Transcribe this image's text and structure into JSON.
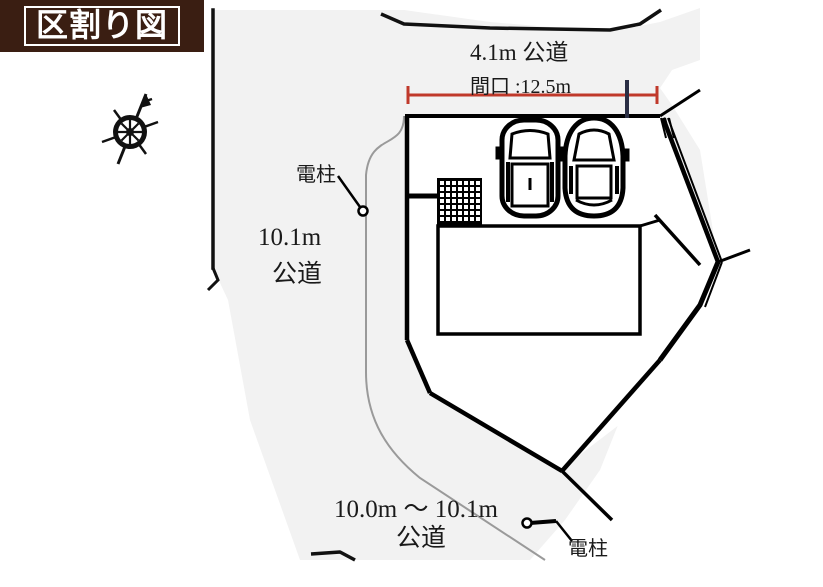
{
  "title": {
    "text": "区割り図"
  },
  "colors": {
    "banner_bg": "#3a1e12",
    "banner_text": "#ffffff",
    "line": "#000000",
    "road_fill": "#f2f2f2",
    "road_centerline": "#9a9a9a",
    "dimension_red": "#c0392b",
    "dimension_tick_dark": "#2b2f45"
  },
  "labels": {
    "road_top": "4.1m 公道",
    "frontage": "間口 :12.5m",
    "pole_top": "電柱",
    "road_left_line1": "10.1m",
    "road_left_line2": "公道",
    "road_bottom_line1": "10.0m 〜 10.1m",
    "road_bottom_line2": "公道",
    "pole_bottom": "電柱"
  },
  "icons": {
    "compass": "compass-rose-icon",
    "car_left": "car-top-view-icon",
    "car_right": "car-top-view-icon",
    "pole_top_marker": "utility-pole-marker-icon",
    "pole_bottom_marker": "utility-pole-marker-icon",
    "grid_area": "paving-grid-icon"
  },
  "measurements": {
    "road_top_width_m": "4.1",
    "frontage_m": "12.5",
    "road_left_width_m": "10.1",
    "road_bottom_width_min_m": "10.0",
    "road_bottom_width_max_m": "10.1"
  }
}
